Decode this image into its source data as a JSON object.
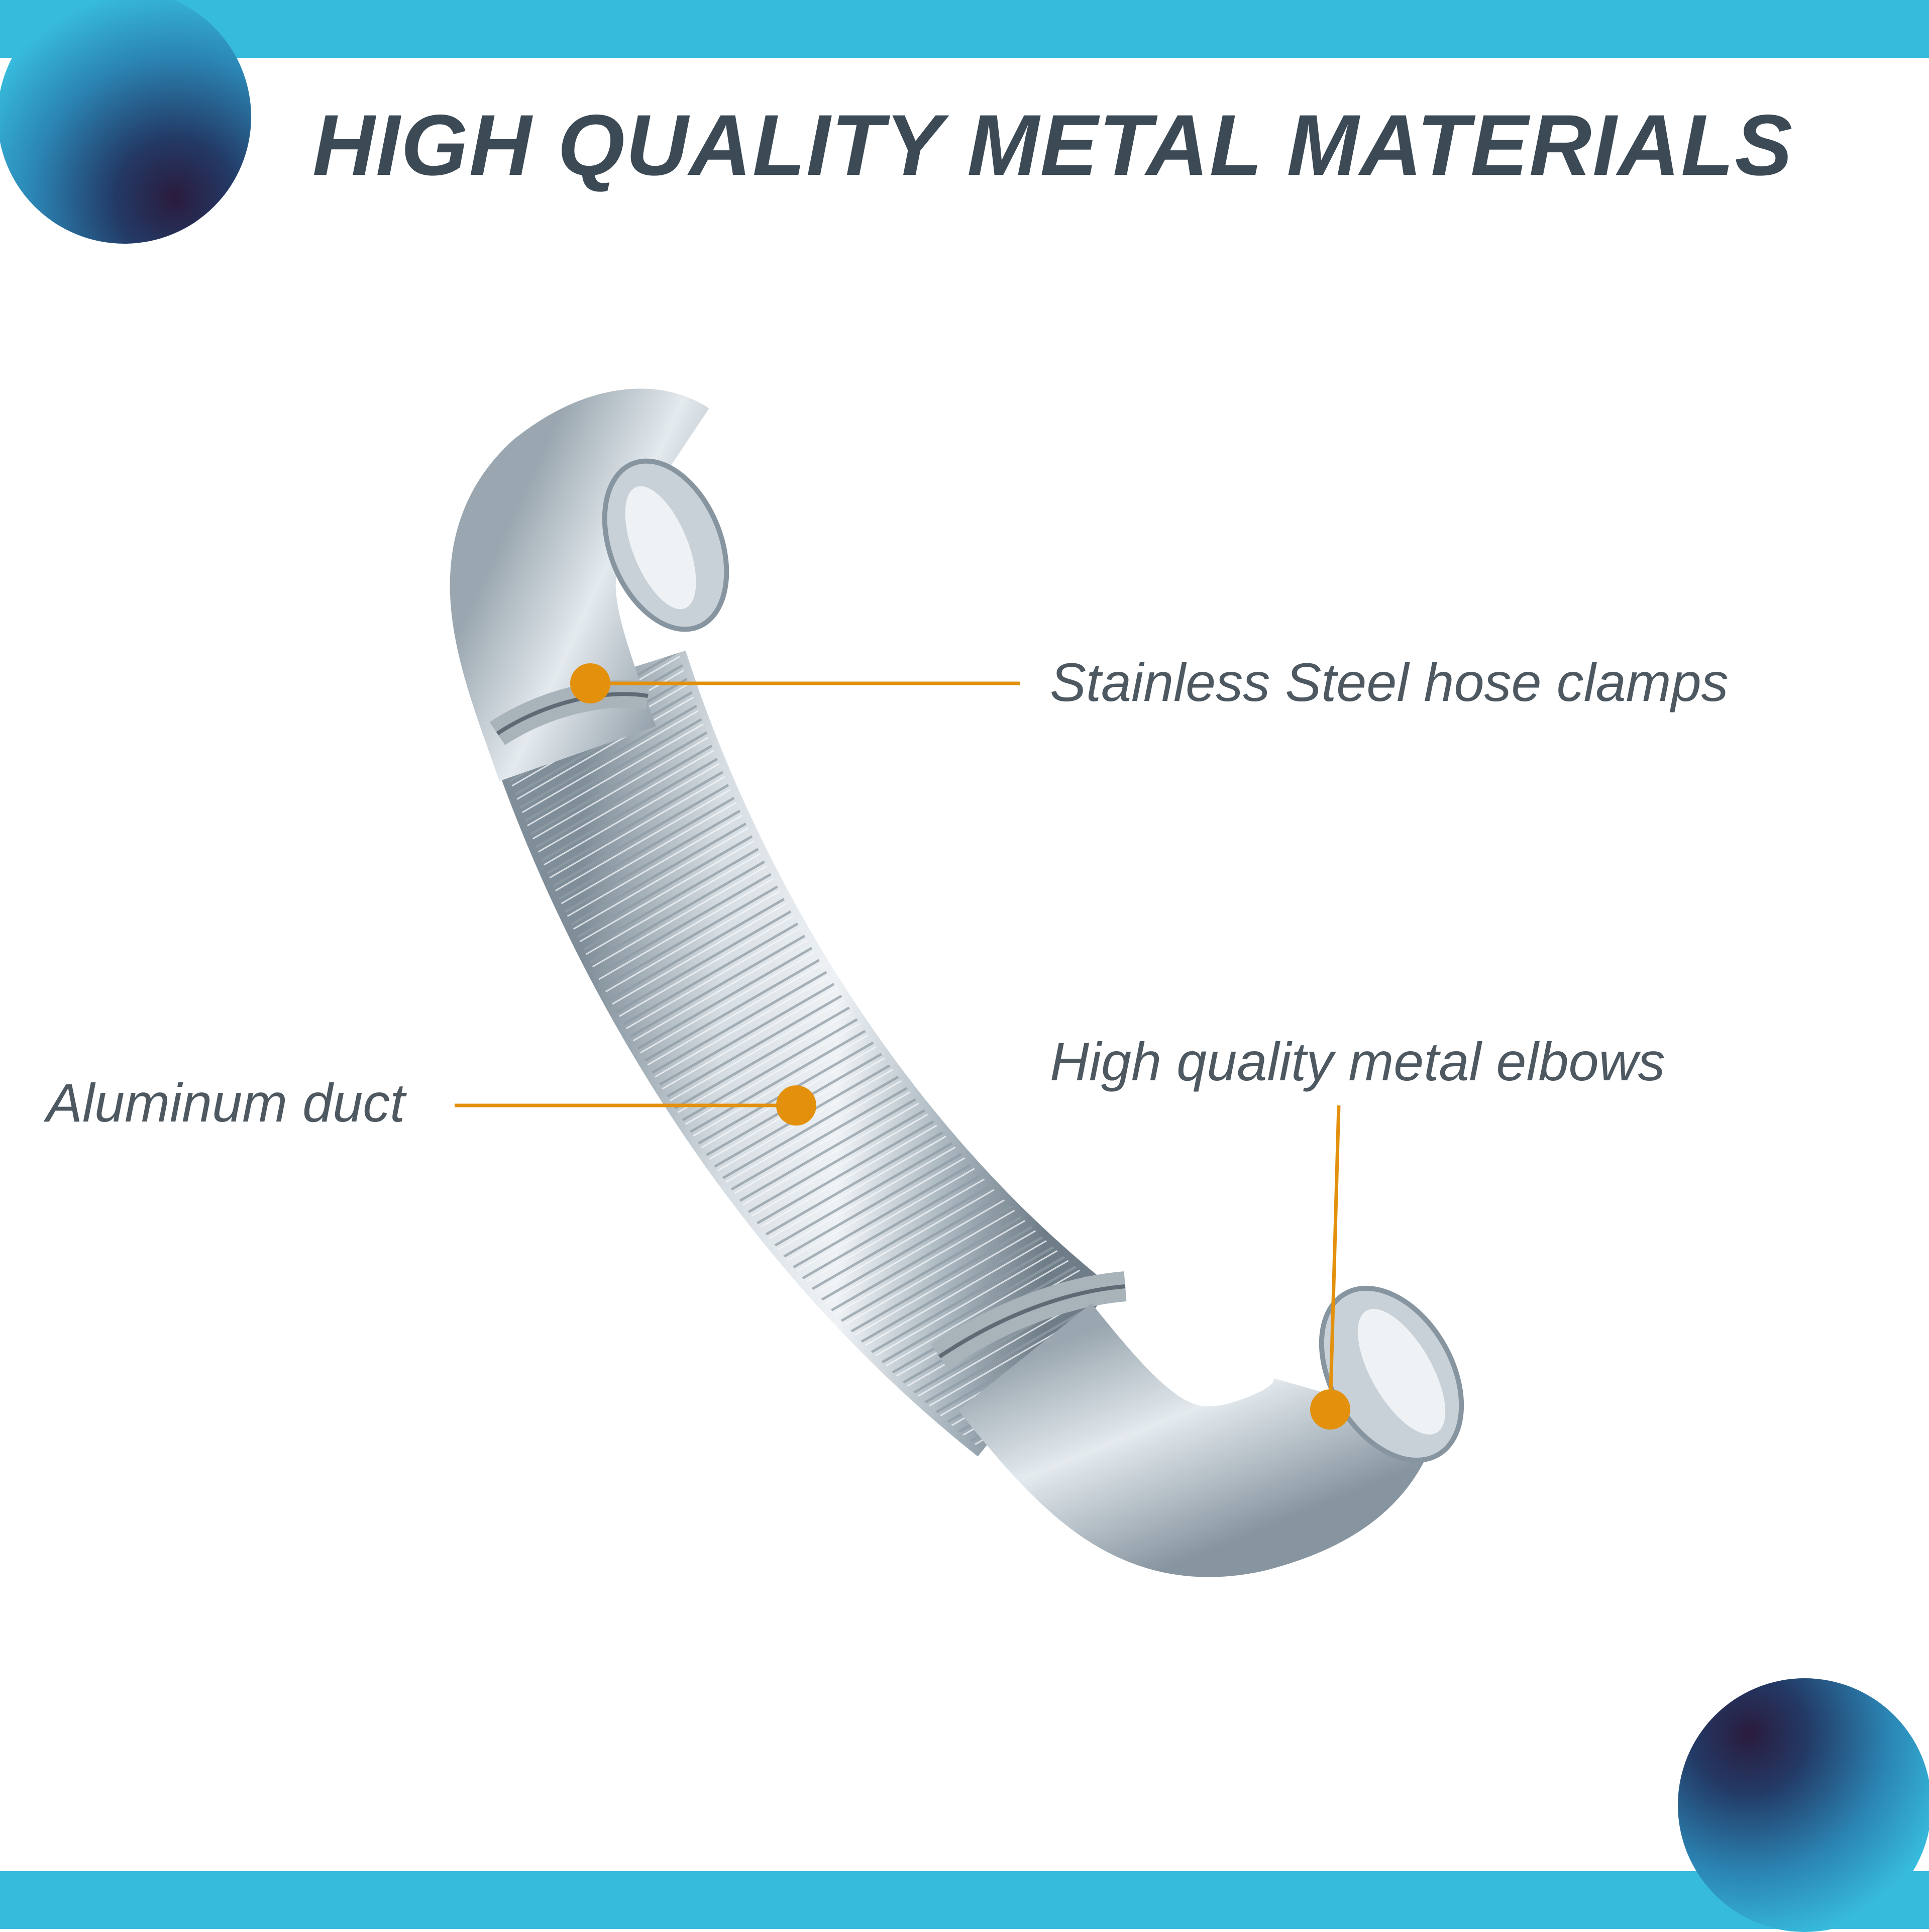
{
  "header": {
    "title": "HIGH QUALITY METAL MATERIALS"
  },
  "callouts": {
    "clamps": "Stainless Steel hose clamps",
    "elbows": "High quality metal elbows",
    "duct": "Aluminum duct"
  },
  "colors": {
    "accent": "#37bbdc",
    "callout": "#e3900c",
    "text": "#3c4a55"
  }
}
